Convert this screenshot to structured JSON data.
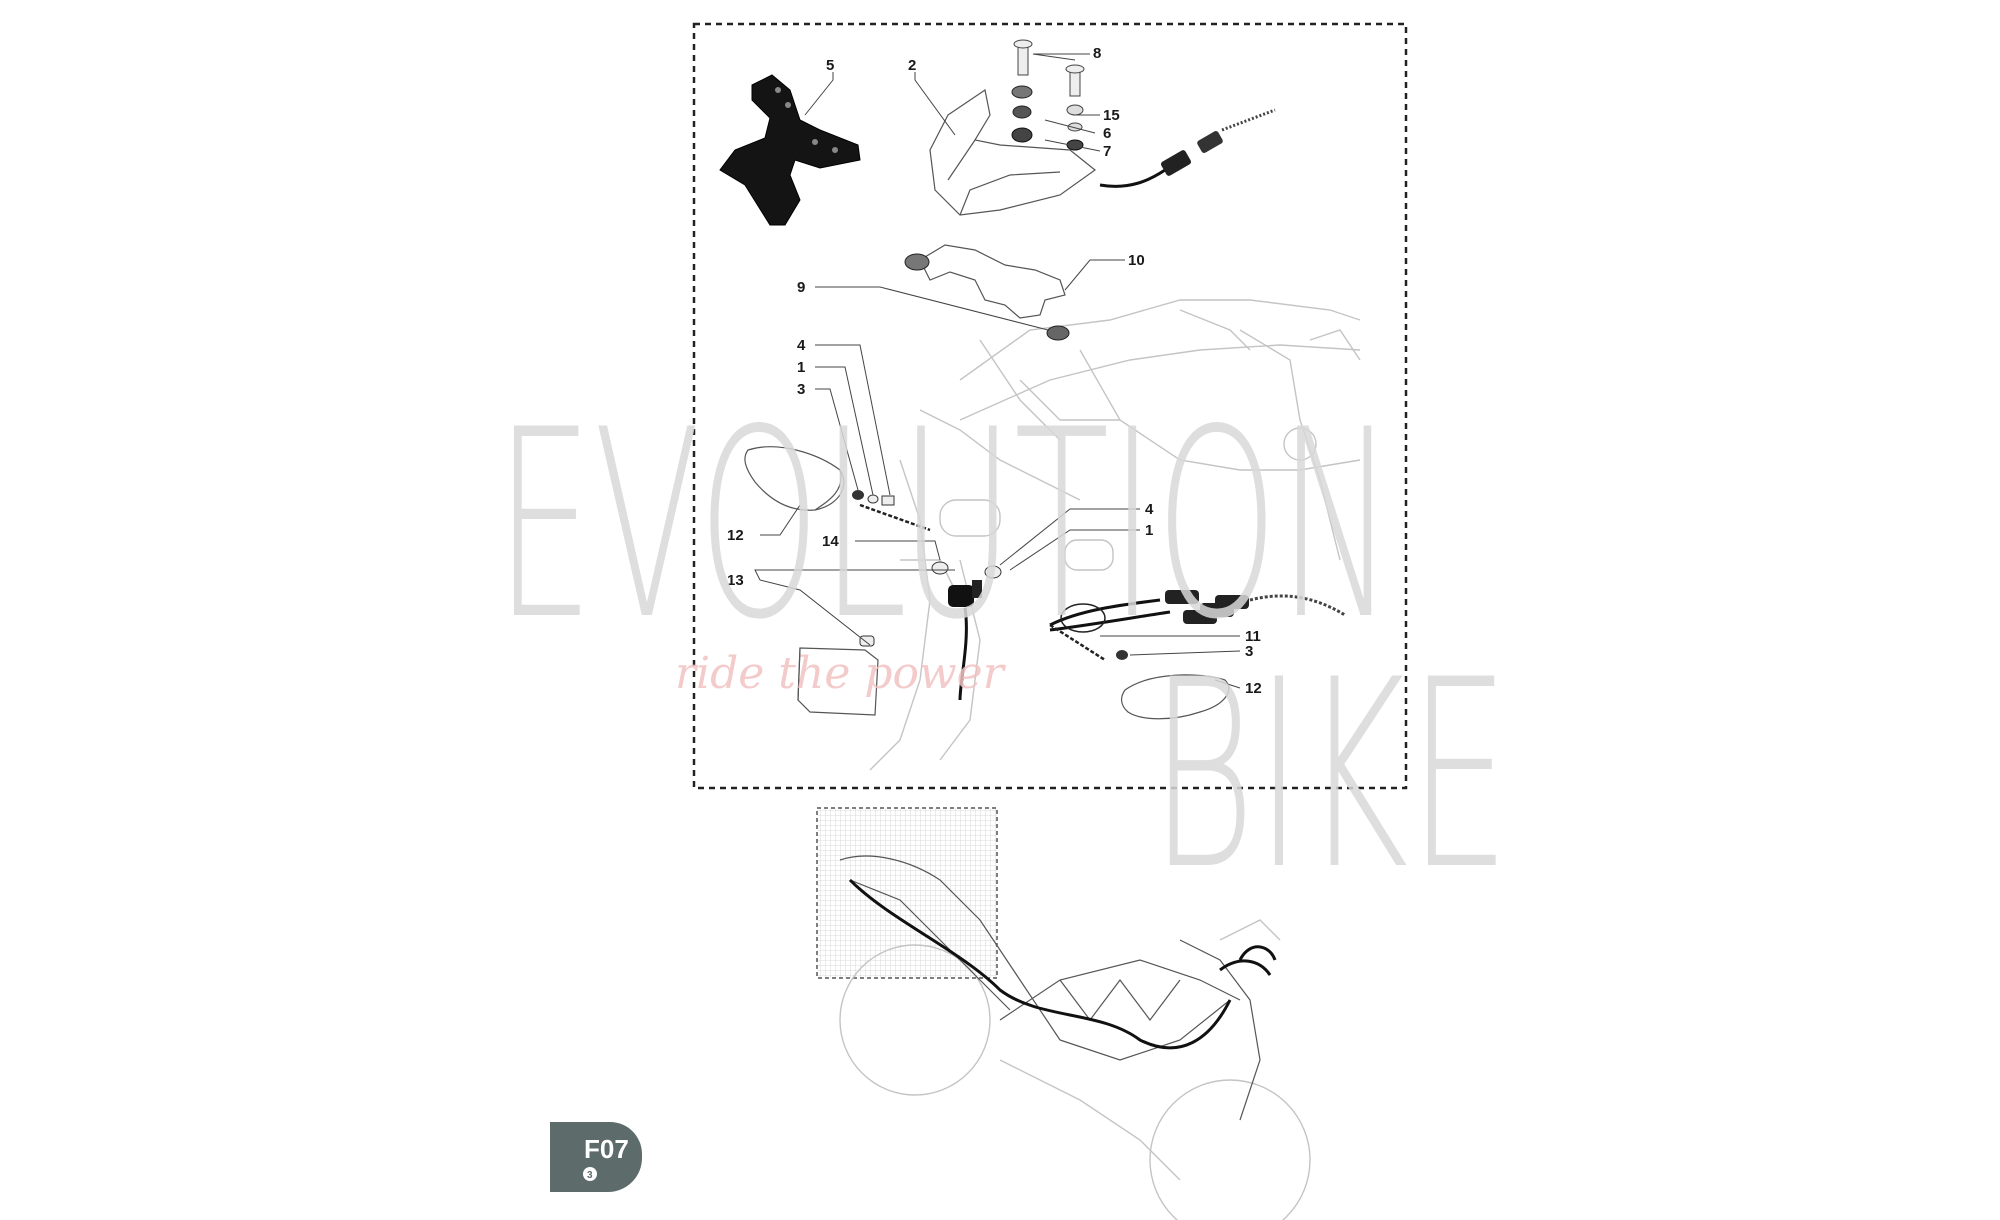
{
  "watermark": {
    "word_line1": "EVOLUTION",
    "word_line2": "BIKE",
    "tagline": "ride the power",
    "colors": {
      "word": "#d9d9d9",
      "tagline": "#f2c2c2"
    }
  },
  "section_badge": {
    "code": "F07",
    "sub": "3",
    "color": "#5e6b6b"
  },
  "callouts": [
    {
      "id": "5",
      "text": "5"
    },
    {
      "id": "2",
      "text": "2"
    },
    {
      "id": "8",
      "text": "8"
    },
    {
      "id": "15",
      "text": "15"
    },
    {
      "id": "6",
      "text": "6"
    },
    {
      "id": "7",
      "text": "7"
    },
    {
      "id": "10",
      "text": "10"
    },
    {
      "id": "9",
      "text": "9"
    },
    {
      "id": "4a",
      "text": "4"
    },
    {
      "id": "1a",
      "text": "1"
    },
    {
      "id": "3a",
      "text": "3"
    },
    {
      "id": "12a",
      "text": "12"
    },
    {
      "id": "14",
      "text": "14"
    },
    {
      "id": "4b",
      "text": "4"
    },
    {
      "id": "1b",
      "text": "1"
    },
    {
      "id": "13",
      "text": "13"
    },
    {
      "id": "11",
      "text": "11"
    },
    {
      "id": "3b",
      "text": "3"
    },
    {
      "id": "12b",
      "text": "12"
    }
  ],
  "icons": [
    "exploded-parts-drawing",
    "motorcycle-wiring-locator"
  ]
}
